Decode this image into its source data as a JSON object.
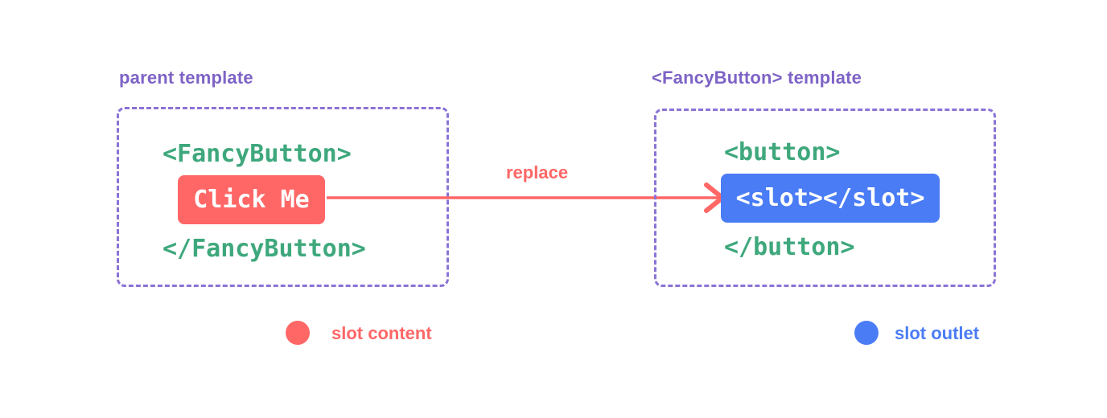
{
  "colors": {
    "background": "#ffffff",
    "heading_purple": "#7e63c6",
    "border_purple": "#8b73d6",
    "code_green": "#3ea87c",
    "slot_content_red": "#ff6767",
    "slot_outlet_blue": "#4a7cf6",
    "pill_text_white": "#ffffff"
  },
  "parent_panel": {
    "title": "parent template",
    "open_tag": "<FancyButton>",
    "button_label": "Click Me",
    "close_tag": "</FancyButton>"
  },
  "fancy_panel": {
    "title": "<FancyButton> template",
    "open_tag": "<button>",
    "slot_text": "<slot></slot>",
    "close_tag": "</button>"
  },
  "arrow": {
    "label": "replace"
  },
  "legend": {
    "slot_content": {
      "label": "slot content",
      "color": "#ff6767"
    },
    "slot_outlet": {
      "label": "slot outlet",
      "color": "#4a7cf6"
    }
  }
}
